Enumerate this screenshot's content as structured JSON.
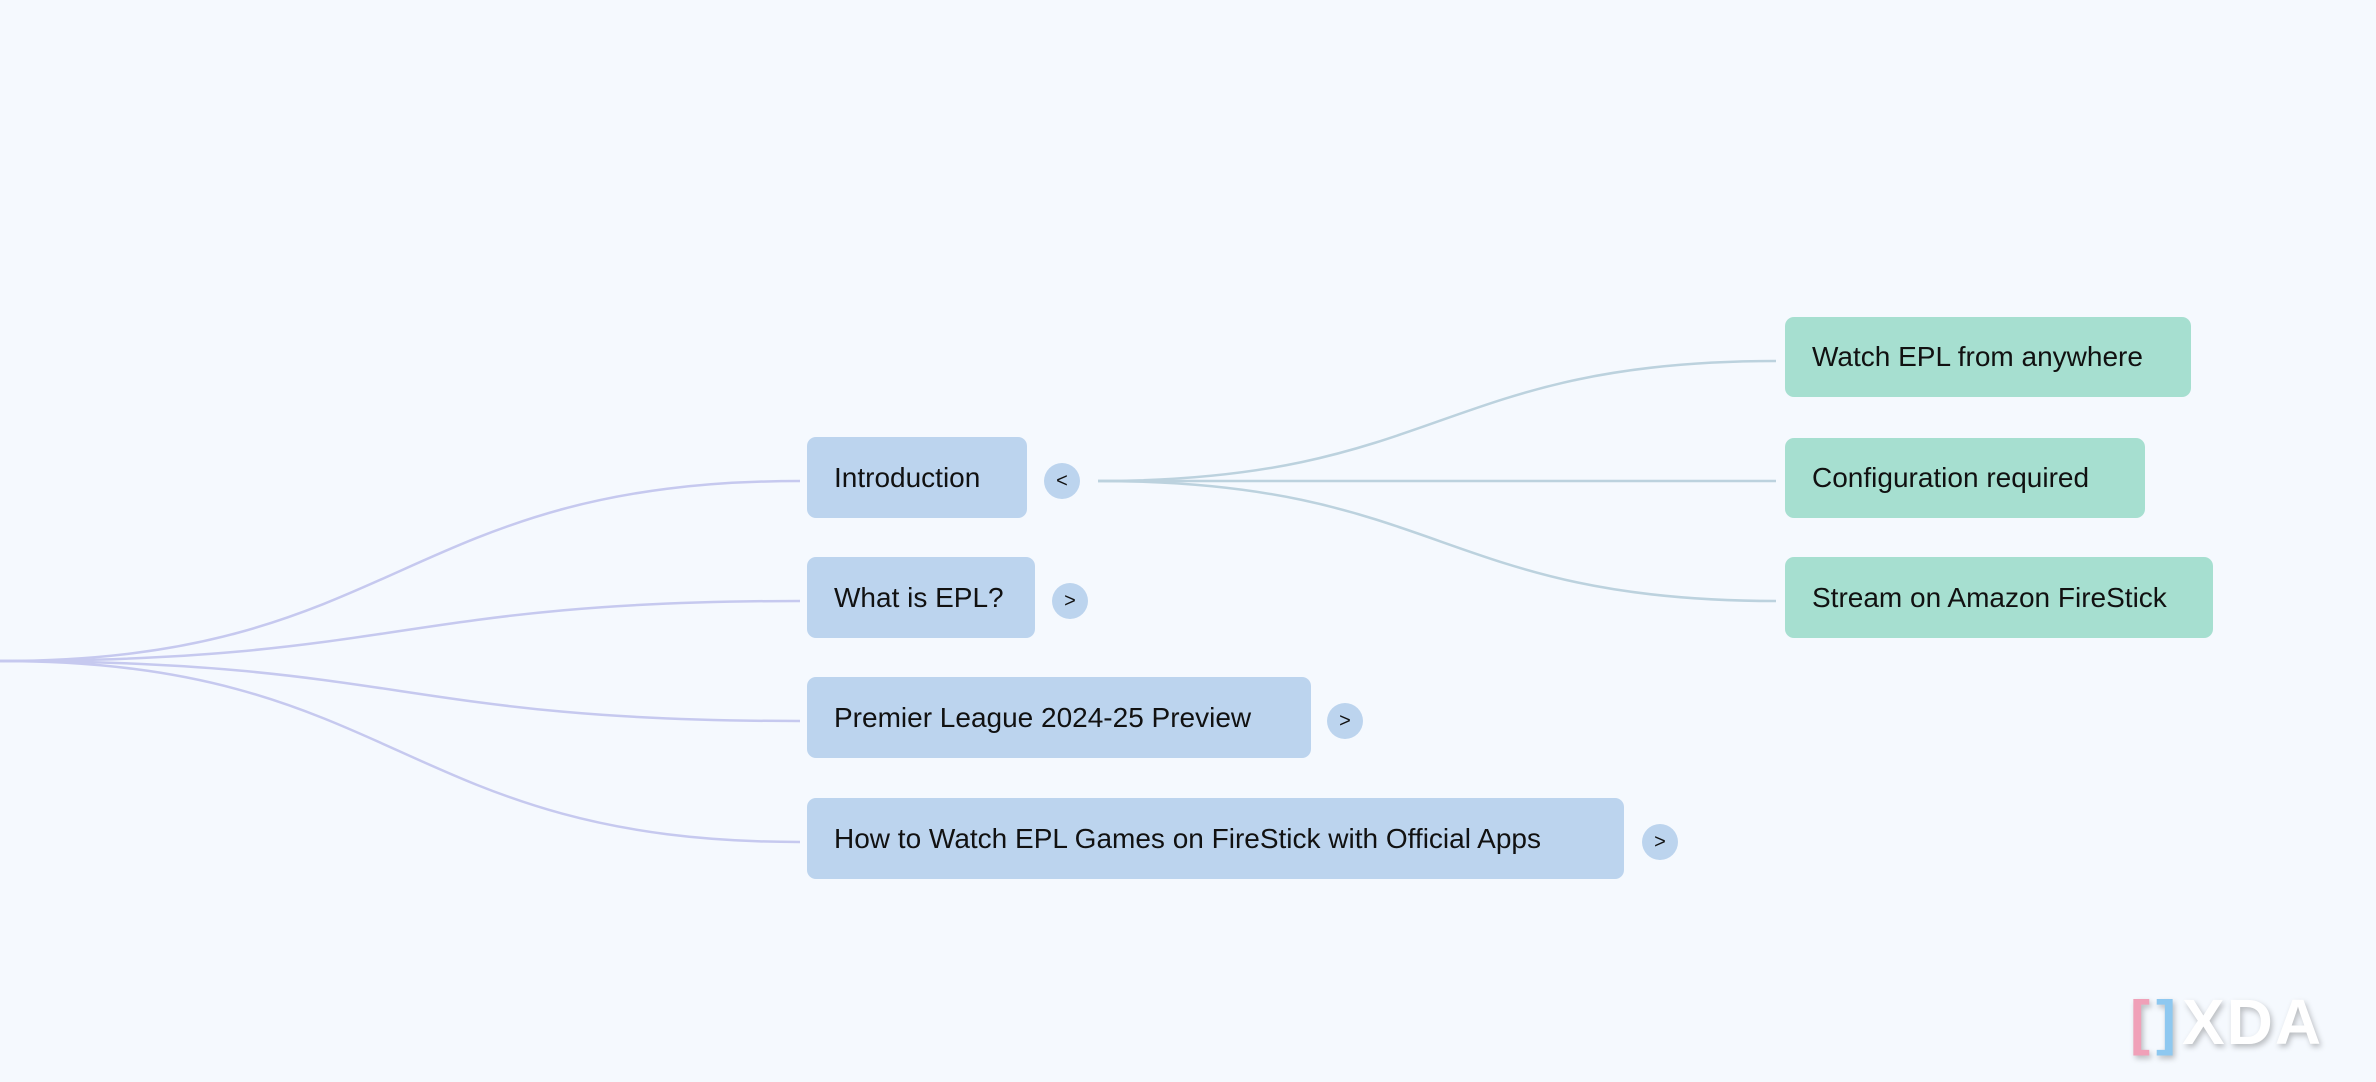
{
  "nodes": {
    "level1": [
      {
        "label": "Introduction",
        "toggle": "<"
      },
      {
        "label": "What is EPL?",
        "toggle": ">"
      },
      {
        "label": "Premier League 2024-25 Preview",
        "toggle": ">"
      },
      {
        "label": "How to Watch EPL Games on FireStick with Official Apps",
        "toggle": ">"
      }
    ],
    "introduction_children": [
      {
        "label": "Watch EPL from anywhere"
      },
      {
        "label": "Configuration required"
      },
      {
        "label": "Stream on Amazon FireStick"
      }
    ]
  },
  "watermark": {
    "text": "XDA"
  },
  "colors": {
    "background": "#f5f9fe",
    "level1": "#bcd4ee",
    "level2": "#a6dfd0",
    "link_left": "#c6c9ef",
    "link_right": "#bcd2de"
  }
}
